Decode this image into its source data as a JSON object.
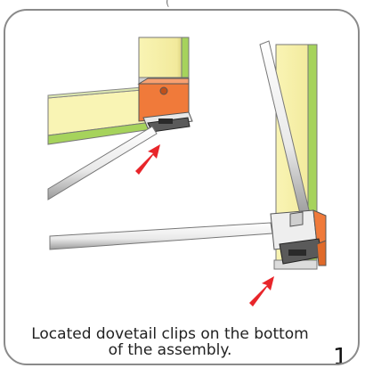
{
  "instruction": {
    "caption_line1": "Located dovetail clips on the bottom",
    "caption_line2": "of the assembly.",
    "step_number": "1"
  },
  "colors": {
    "frame_yellow": "#f8f2b0",
    "frame_green": "#a6d35c",
    "connector_orange": "#f07a3a",
    "clip_dark": "#3a3a3a",
    "arrow_red": "#e8252a",
    "rod_white": "#f4f4f4",
    "border_gray": "#8a8a8a"
  },
  "icons": {
    "arrows": [
      "arrow-icon",
      "arrow-icon"
    ]
  }
}
